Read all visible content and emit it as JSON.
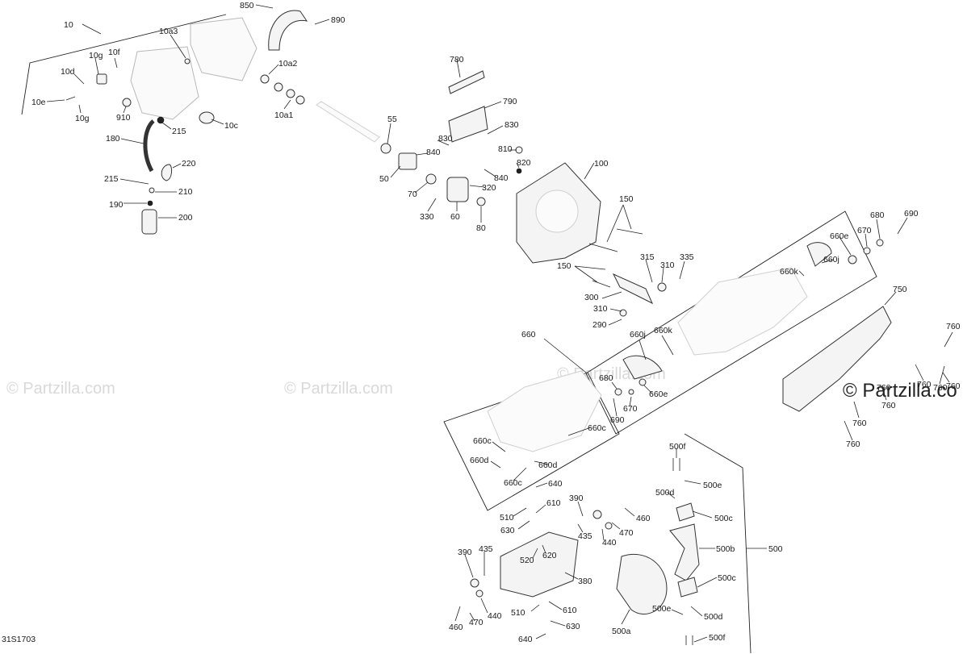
{
  "watermark": {
    "brand": "© Partzilla.com",
    "brand_strong": "© Partzilla.co"
  },
  "drawing_code": "31S1703",
  "callouts": {
    "c10": "10",
    "c10a3": "10a3",
    "c10g_top": "10g",
    "c10f": "10f",
    "c10d": "10d",
    "c10e": "10e",
    "c10g_bot": "10g",
    "c910": "910",
    "c215_a": "215",
    "c10c": "10c",
    "c850": "850",
    "c890": "890",
    "c10a2": "10a2",
    "c10a1": "10a1",
    "c180": "180",
    "c220": "220",
    "c215_b": "215",
    "c210": "210",
    "c190": "190",
    "c200": "200",
    "c780": "780",
    "c790": "790",
    "c830_a": "830",
    "c830_b": "830",
    "c840_a": "840",
    "c810": "810",
    "c820": "820",
    "c840_b": "840",
    "c55": "55",
    "c50": "50",
    "c70": "70",
    "c320": "320",
    "c330": "330",
    "c60": "60",
    "c80": "80",
    "c100": "100",
    "c150_a": "150",
    "c150_b": "150",
    "c315": "315",
    "c310_a": "310",
    "c335": "335",
    "c300": "300",
    "c310_b": "310",
    "c290": "290",
    "c680_a": "680",
    "c690_a": "690",
    "c670_a": "670",
    "c660e_a": "660e",
    "c660j_a": "660j",
    "c660k_a": "660k",
    "c750": "750",
    "c660": "660",
    "c660j_b": "660j",
    "c660k_b": "660k",
    "c680_b": "680",
    "c690_b": "690",
    "c670_b": "670",
    "c660e_b": "660e",
    "c660c_a": "660c",
    "c660c_b": "660c",
    "c660d_a": "660d",
    "c660d_b": "660d",
    "c660c_c": "660c",
    "c760_a": "760",
    "c760_b": "760",
    "c760_c": "760",
    "c760_d": "760",
    "c760_e": "760",
    "c760_f": "760",
    "c760_g": "760",
    "c760_h": "760",
    "c640_a": "640",
    "c510_a": "510",
    "c610_a": "610",
    "c630_a": "630",
    "c390_a": "390",
    "c460_a": "460",
    "c435_a": "435",
    "c470_a": "470",
    "c440_a": "440",
    "c520": "520",
    "c620": "620",
    "c380": "380",
    "c390_b": "390",
    "c435_b": "435",
    "c440_b": "440",
    "c460_b": "460",
    "c470_b": "470",
    "c510_b": "510",
    "c610_b": "610",
    "c630_b": "630",
    "c640_b": "640",
    "c500f_a": "500f",
    "c500e_a": "500e",
    "c500d_a": "500d",
    "c500c_a": "500c",
    "c500b": "500b",
    "c500": "500",
    "c500c_b": "500c",
    "c500e_b": "500e",
    "c500d_b": "500d",
    "c500f_b": "500f",
    "c500a": "500a"
  },
  "colors": {
    "ink": "#1a1a1a",
    "watermark": "#d9d9d9",
    "paper": "#ffffff"
  }
}
